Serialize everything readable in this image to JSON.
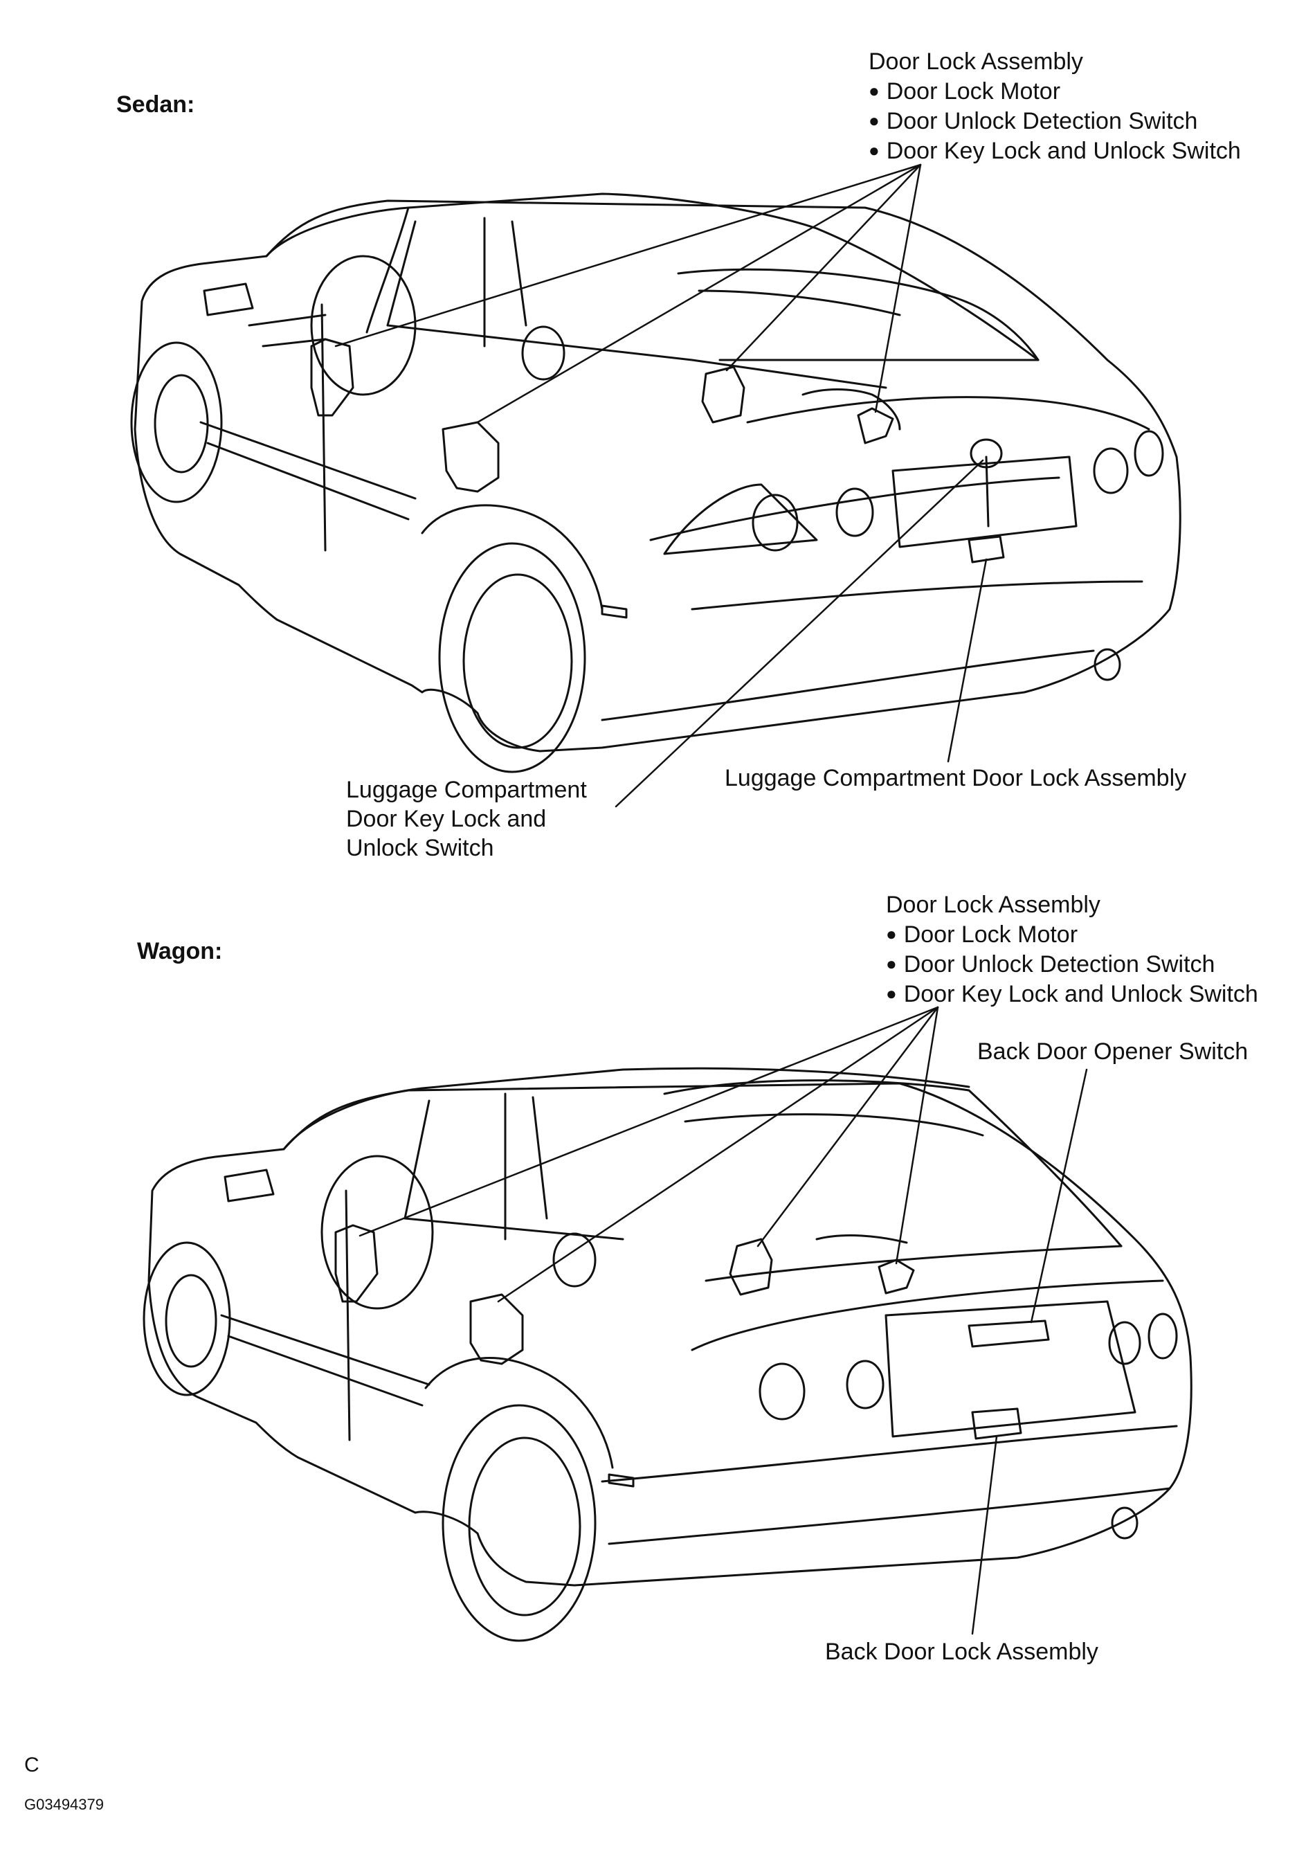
{
  "sedan": {
    "heading": "Sedan:",
    "door_lock": {
      "title": "Door Lock Assembly",
      "items": [
        "Door Lock Motor",
        "Door Unlock Detection Switch",
        "Door Key Lock and Unlock Switch"
      ]
    },
    "luggage_key_switch": [
      "Luggage Compartment",
      "Door Key Lock and",
      "Unlock Switch"
    ],
    "luggage_lock_assembly": "Luggage Compartment Door Lock Assembly"
  },
  "wagon": {
    "heading": "Wagon:",
    "door_lock": {
      "title": "Door Lock Assembly",
      "items": [
        "Door Lock Motor",
        "Door Unlock Detection Switch",
        "Door Key Lock and Unlock Switch"
      ]
    },
    "back_door_opener": "Back Door Opener Switch",
    "back_door_lock": "Back Door Lock Assembly"
  },
  "footer": {
    "letter": "C",
    "code": "G03494379"
  }
}
